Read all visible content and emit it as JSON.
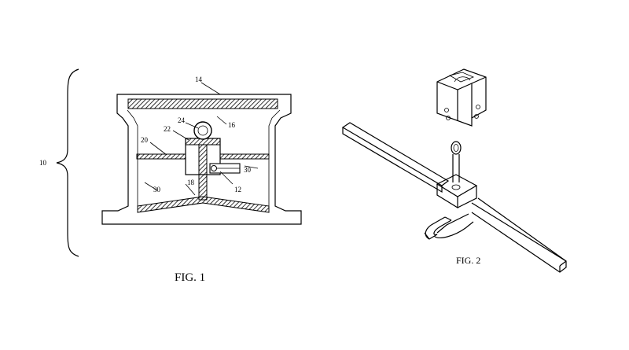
{
  "fig1": {
    "caption": "FIG. 1",
    "labels": {
      "l10": "10",
      "l14": "14",
      "l16": "16",
      "l24": "24",
      "l22": "22",
      "l20": "20",
      "l30a": "30",
      "l30b": "30",
      "l18": "18",
      "l12": "12"
    }
  },
  "fig2": {
    "caption": "FIG. 2"
  },
  "colors": {
    "ink": "#000000",
    "paper": "#ffffff"
  }
}
